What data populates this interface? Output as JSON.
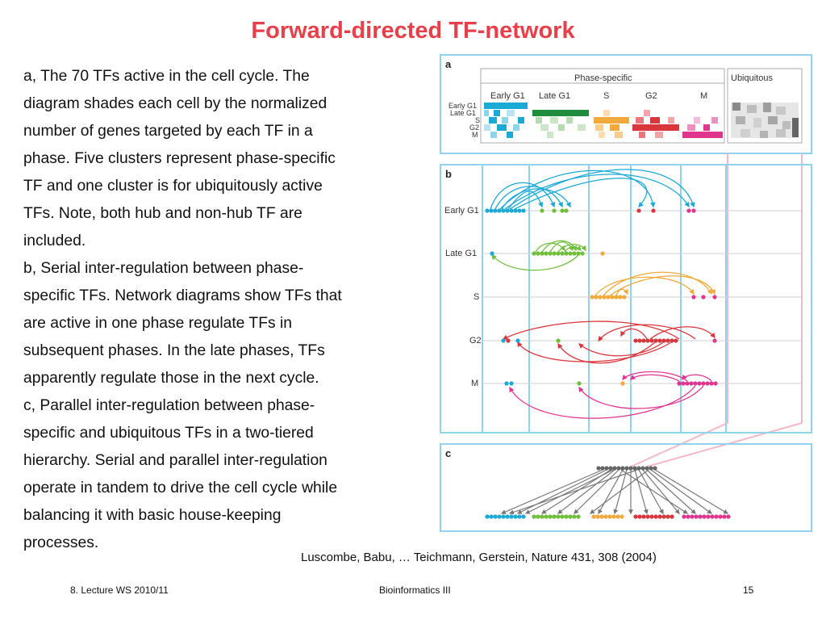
{
  "slide": {
    "title": "Forward-directed TF-network",
    "body_lines": [
      "a, The 70 TFs active in the cell cycle. The",
      "diagram shades each cell by the normalized",
      "number of genes targeted by each TF in a",
      "phase. Five clusters represent phase-specific",
      "TF and one cluster is for ubiquitously active",
      "TFs. Note, both hub and non-hub TF are",
      "included.",
      "b, Serial inter-regulation between phase-",
      "specific TFs. Network diagrams show TFs that",
      "are active in one phase regulate TFs in",
      "subsequent phases. In the late phases, TFs",
      "apparently regulate those in the next cycle.",
      "c, Parallel inter-regulation between phase-",
      "specific and ubiquitous TFs in a two-tiered",
      "hierarchy. Serial and parallel inter-regulation",
      "operate in tandem to drive the cell cycle while",
      "balancing it with basic house-keeping",
      "processes."
    ],
    "citation": "Luscombe, Babu, … Teichmann, Gerstein, Nature 431, 308 (2004)"
  },
  "footer": {
    "left": "8. Lecture WS 2010/11",
    "center": "Bioinformatics III",
    "right": "15"
  },
  "figure": {
    "panel_a": {
      "label": "a",
      "group_phase_specific": "Phase-specific",
      "group_ubiquitous": "Ubiquitous",
      "columns": [
        "Early G1",
        "Late G1",
        "S",
        "G2",
        "M"
      ],
      "row_labels": [
        "Early G1",
        "Late G1",
        "S",
        "G2",
        "M"
      ]
    },
    "panel_b": {
      "label": "b",
      "rows": [
        "Early G1",
        "Late G1",
        "S",
        "G2",
        "M"
      ]
    },
    "panel_c": {
      "label": "c"
    },
    "colors": {
      "early_g1": "#1ba9d6",
      "late_g1": "#6fbf3a",
      "s": "#f2a93b",
      "g2": "#d9363e",
      "m": "#e0348f",
      "ubiquitous": "#808080",
      "frame": "#8fd3ec",
      "pink_line": "#f4b8c8"
    }
  }
}
